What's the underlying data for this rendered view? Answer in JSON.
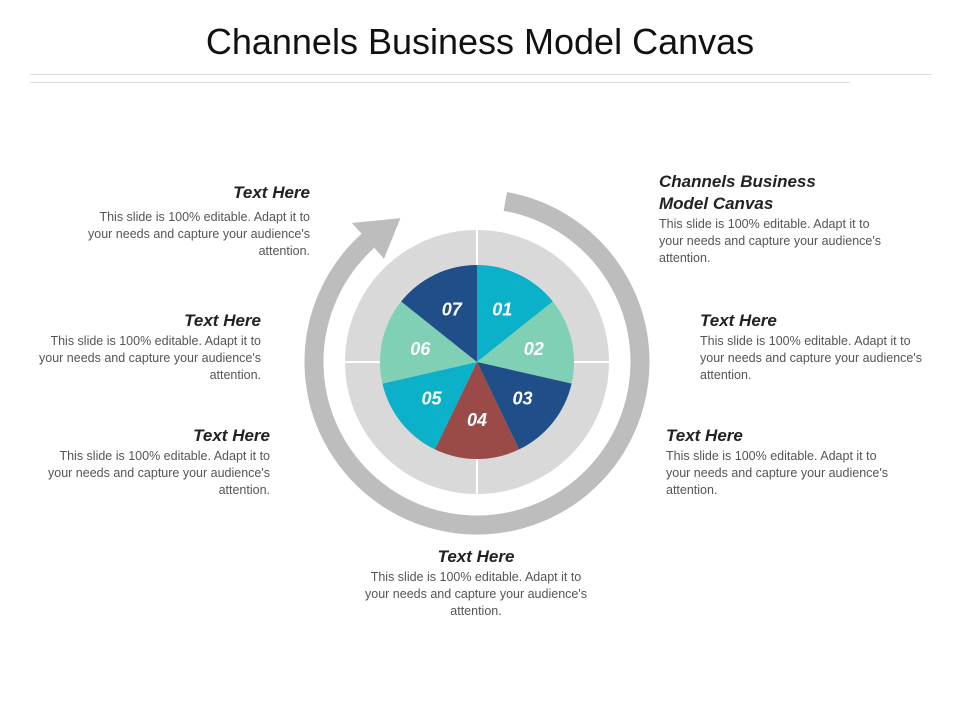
{
  "title": "Channels Business Model Canvas",
  "colors": {
    "ring": "#bdbdbd",
    "disc": "#d9d9d9",
    "navy": "#1f4e89",
    "teal": "#0ab1c9",
    "mint": "#7fd0b4",
    "brown": "#9a4a47"
  },
  "segments": [
    {
      "label": "01",
      "color": "#0ab1c9"
    },
    {
      "label": "02",
      "color": "#7fd0b4"
    },
    {
      "label": "03",
      "color": "#1f4e89"
    },
    {
      "label": "04",
      "color": "#9a4a47"
    },
    {
      "label": "05",
      "color": "#0ab1c9"
    },
    {
      "label": "06",
      "color": "#7fd0b4"
    },
    {
      "label": "07",
      "color": "#1f4e89"
    }
  ],
  "blocks": [
    {
      "title": "Text Here",
      "text": "This slide is 100% editable. Adapt it to your needs and capture your audience's attention."
    },
    {
      "title": "Text Here",
      "text": "This slide is 100% editable. Adapt it to your needs and capture your audience's attention."
    },
    {
      "title": "Text Here",
      "text": "This slide is 100% editable. Adapt it to your needs and capture your audience's attention."
    },
    {
      "title": "Text Here",
      "text": "This slide is 100% editable. Adapt it to your needs and capture your audience's attention."
    },
    {
      "title": "Channels Business Model Canvas",
      "text": "This slide is 100% editable. Adapt it to your needs and capture your audience's attention."
    },
    {
      "title": "Text Here",
      "text": "This slide is 100% editable. Adapt it to your needs and capture your audience's attention."
    },
    {
      "title": "Text Here",
      "text": "This slide is 100% editable. Adapt it to your needs and capture your audience's attention."
    }
  ]
}
